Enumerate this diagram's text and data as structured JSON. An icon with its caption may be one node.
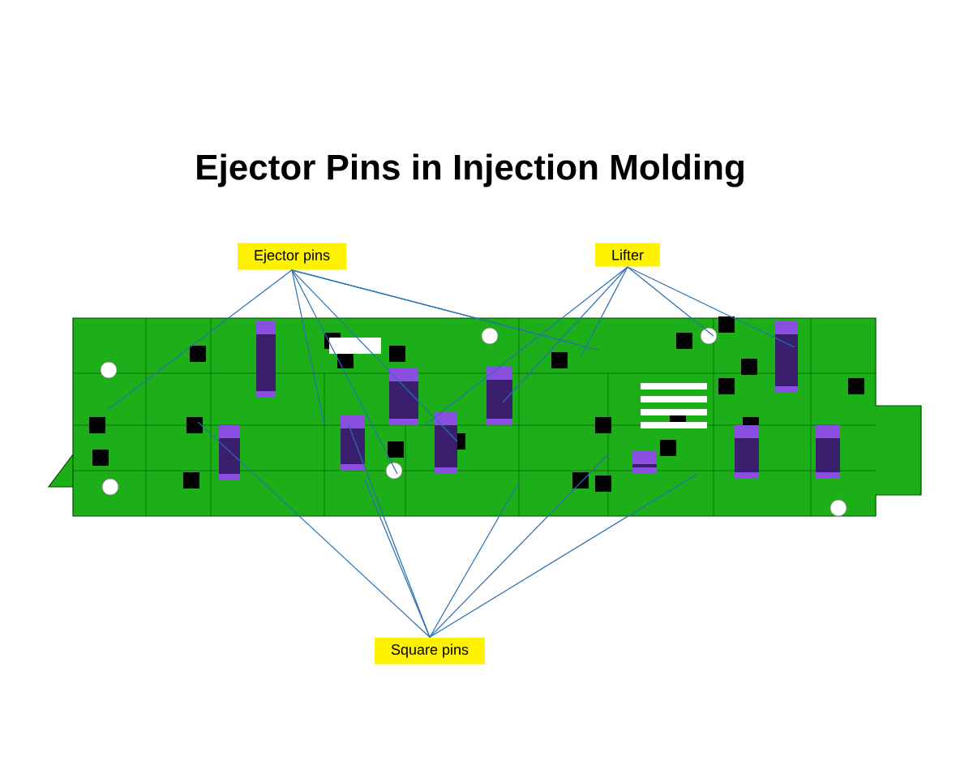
{
  "diagram": {
    "title": "Ejector Pins in Injection Molding",
    "nodes": [
      {
        "text": [
          "Ejector pins"
        ]
      },
      {
        "text": [
          "Lifter"
        ]
      },
      {
        "text": [
          "Square pins"
        ]
      }
    ],
    "edges": [
      {
        "from": 0,
        "to": null,
        "arrow": "none"
      },
      {
        "from": 0,
        "to": null,
        "arrow": "none"
      },
      {
        "from": 0,
        "to": null,
        "arrow": "none"
      },
      {
        "from": 0,
        "to": null,
        "arrow": "none"
      },
      {
        "from": 0,
        "to": null,
        "arrow": "none"
      },
      {
        "from": 0,
        "to": null,
        "arrow": "none"
      },
      {
        "from": 1,
        "to": null,
        "arrow": "none"
      },
      {
        "from": 1,
        "to": null,
        "arrow": "none"
      },
      {
        "from": 1,
        "to": null,
        "arrow": "none"
      },
      {
        "from": 1,
        "to": null,
        "arrow": "none"
      },
      {
        "from": 1,
        "to": null,
        "arrow": "none"
      },
      {
        "from": 2,
        "to": null,
        "arrow": "none"
      },
      {
        "from": 2,
        "to": null,
        "arrow": "none"
      },
      {
        "from": 2,
        "to": null,
        "arrow": "none"
      },
      {
        "from": 2,
        "to": null,
        "arrow": "none"
      },
      {
        "from": 2,
        "to": null,
        "arrow": "none"
      },
      {
        "from": 2,
        "to": null,
        "arrow": "none"
      }
    ]
  }
}
